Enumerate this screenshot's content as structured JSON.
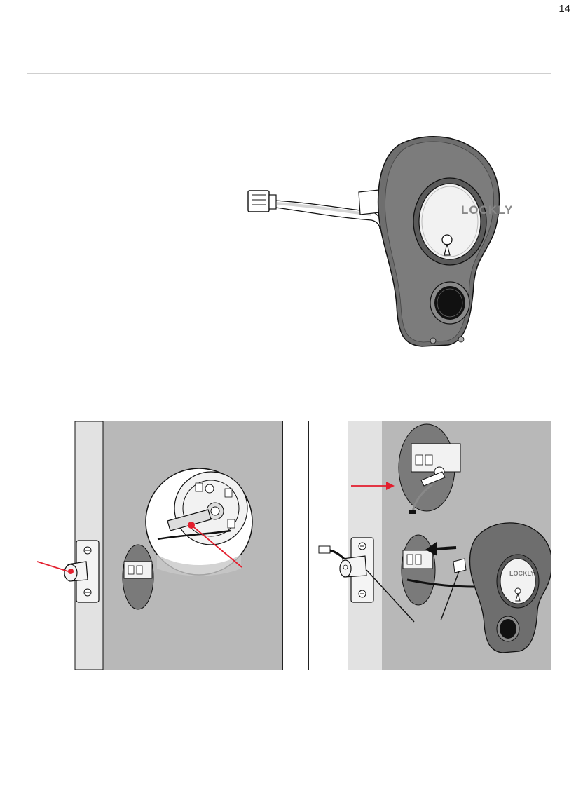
{
  "page": {
    "number": "14"
  },
  "brand": {
    "logo_text": "LOCKLY"
  },
  "colors": {
    "body_dark": "#7a7a7a",
    "body_mid": "#8f8f8f",
    "door_gray": "#b8b8b8",
    "jamb_light": "#e2e2e2",
    "accent_red": "#e31e2d",
    "line_black": "#111111"
  },
  "figures": [
    {
      "id": "lock-exterior-assembly",
      "icon": "lock-assembly-illustration"
    },
    {
      "id": "step-latch-and-tailpiece",
      "icon": "latch-installation-illustration"
    },
    {
      "id": "step-mount-exterior-lock",
      "icon": "exterior-mount-illustration"
    }
  ]
}
